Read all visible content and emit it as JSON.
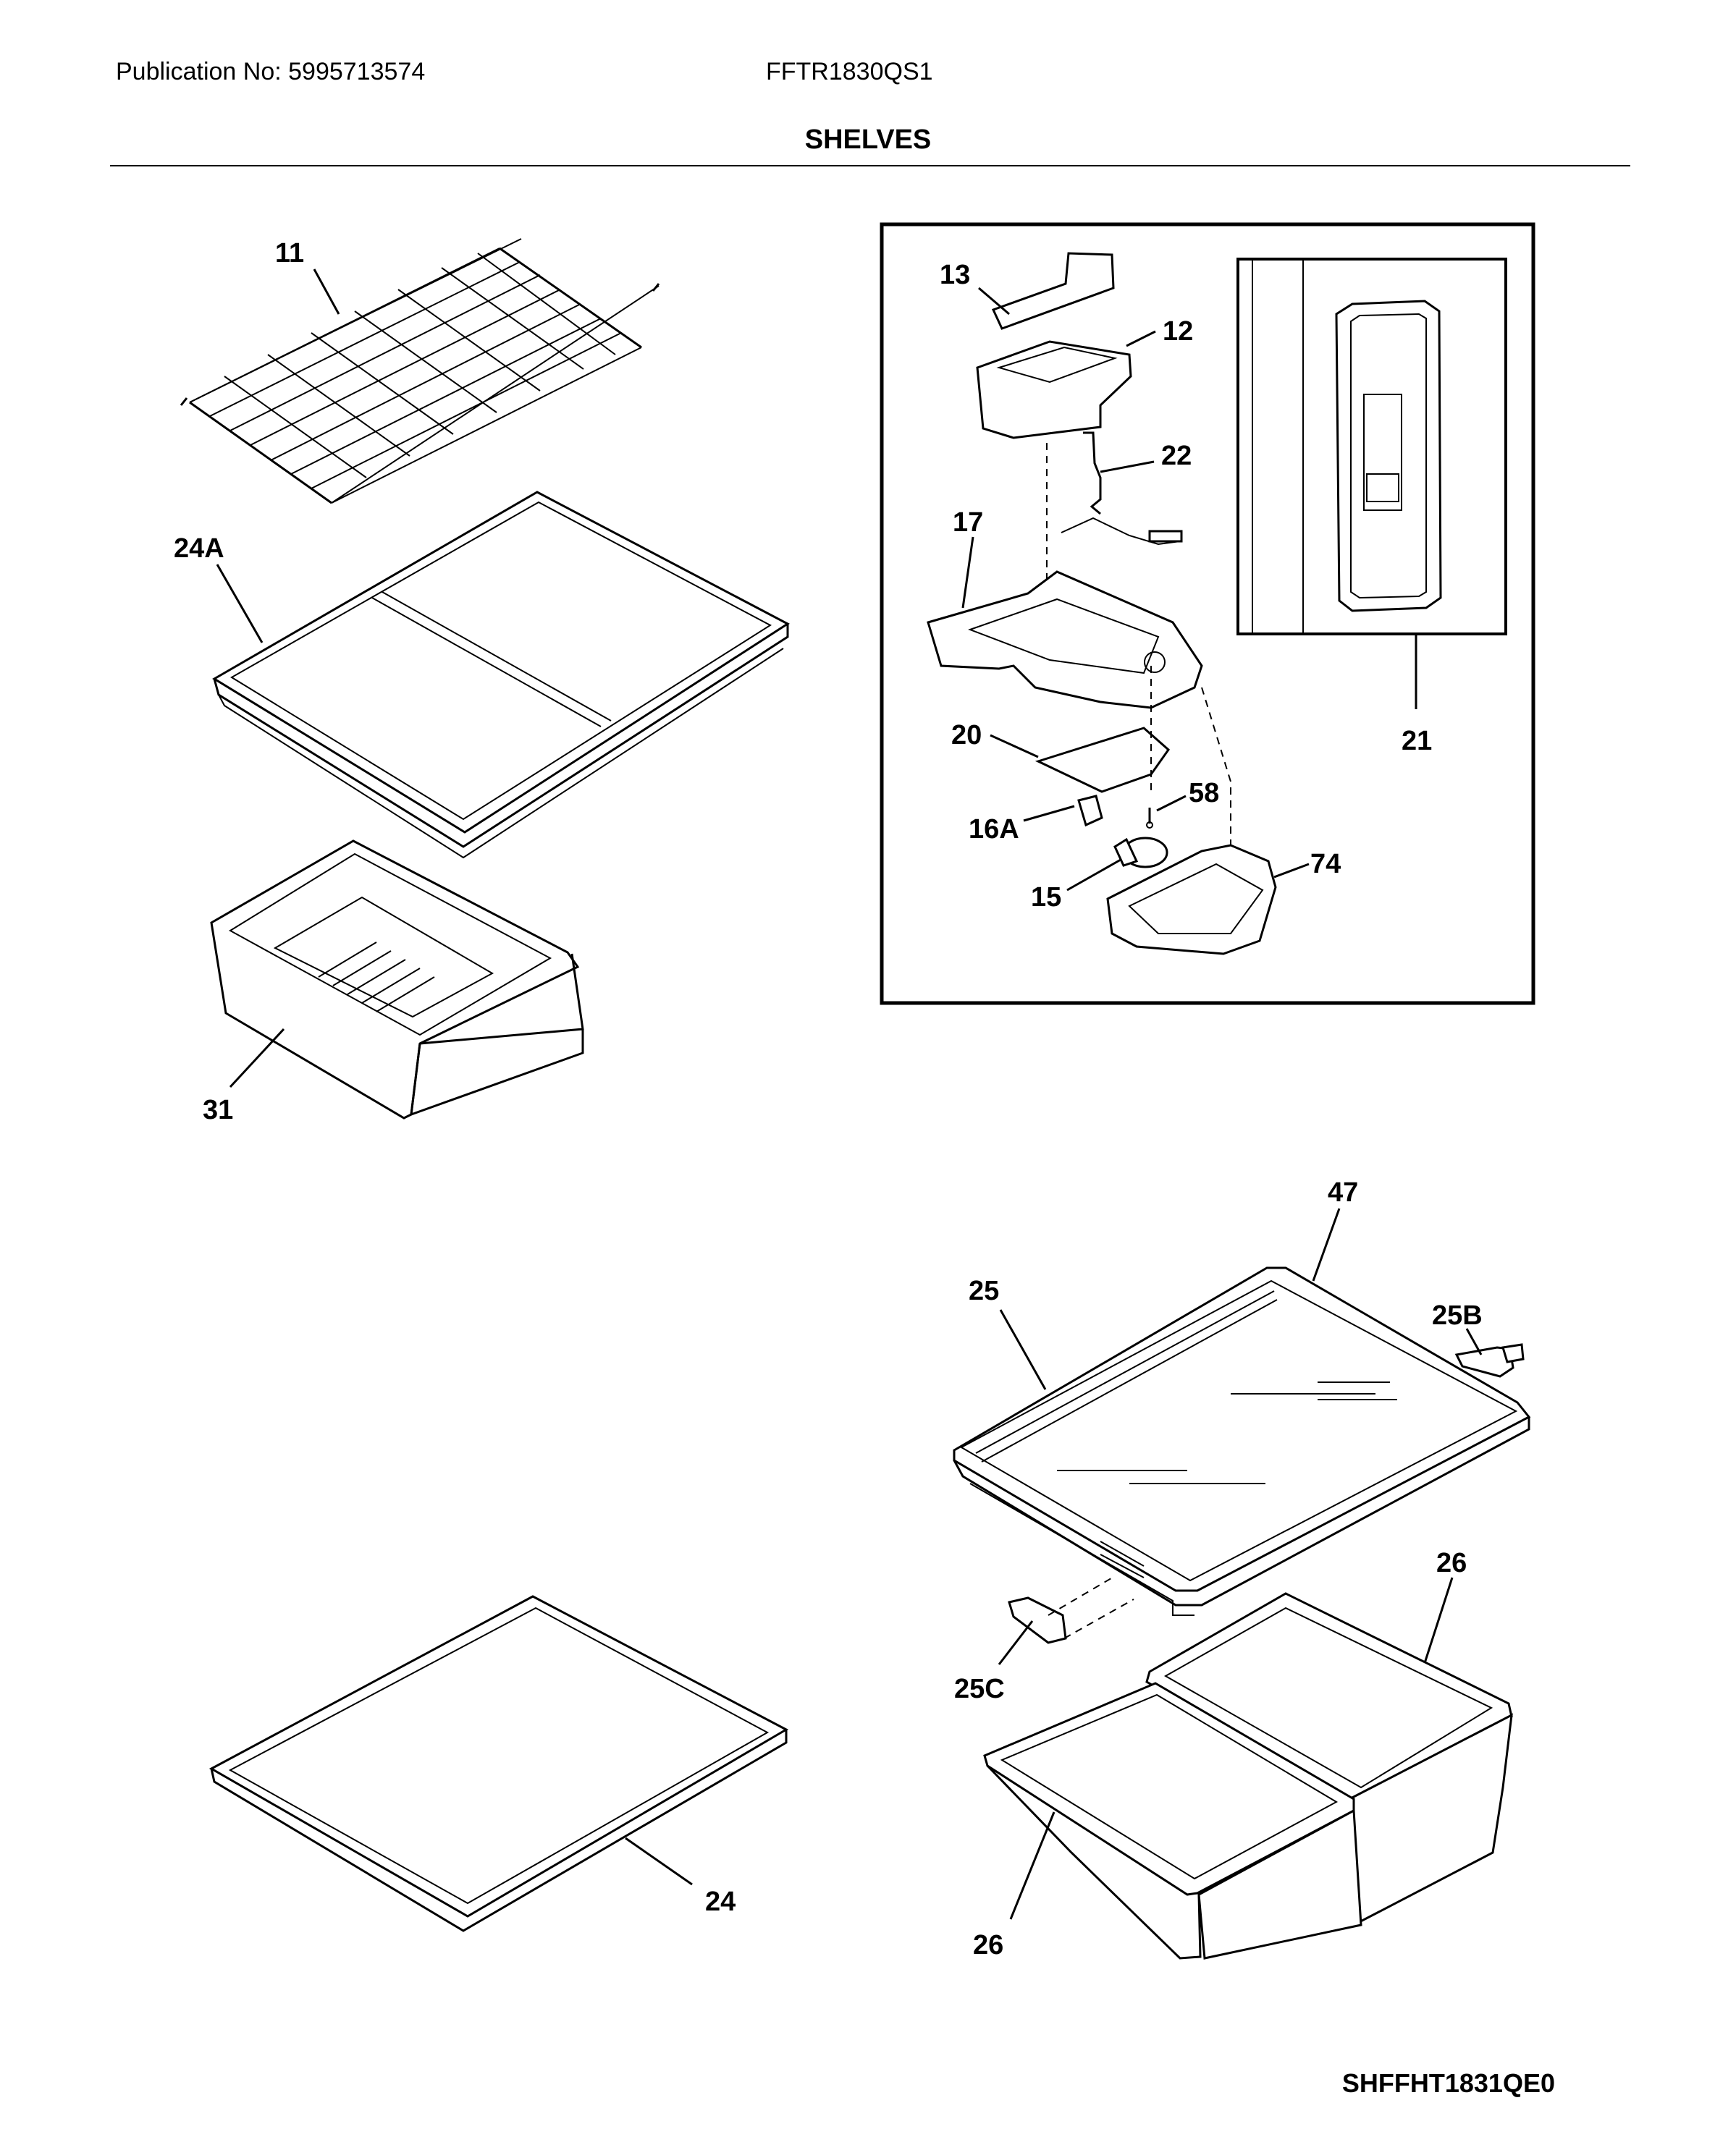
{
  "header": {
    "publication": "Publication No: 5995713574",
    "model": "FFTR1830QS1",
    "title": "SHELVES"
  },
  "footer": {
    "diagram_code": "SHFFHT1831QE0"
  },
  "callouts": {
    "c11": "11",
    "c24A": "24A",
    "c31": "31",
    "c13": "13",
    "c12": "12",
    "c22": "22",
    "c17": "17",
    "c20": "20",
    "c58": "58",
    "c16A": "16A",
    "c15": "15",
    "c74": "74",
    "c21": "21",
    "c47": "47",
    "c25": "25",
    "c25B": "25B",
    "c25C": "25C",
    "c26a": "26",
    "c26b": "26",
    "c24": "24"
  }
}
